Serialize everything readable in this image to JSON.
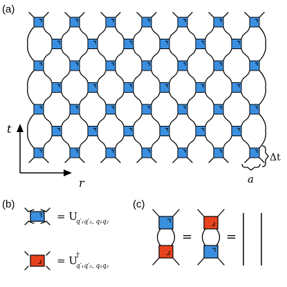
{
  "panel_a": {
    "label": "(a)",
    "axis_t": "t",
    "axis_r": "r",
    "delta_t": "Δt",
    "lattice_a": "a",
    "gate_color": "#3b8fe0",
    "rows": 7
  },
  "panel_b": {
    "label": "(b)",
    "eq_u": "= U",
    "eq_u_sub": "q′₁q′₂,  q₁q₂",
    "eq_udag": "= U",
    "eq_udag_sup": "†",
    "eq_udag_sub": "q′₁q′₂,  q₁q₂",
    "blue": "#3b8fe0",
    "red": "#e8431d"
  },
  "panel_c": {
    "label": "(c)",
    "eq1": "=",
    "eq2": "="
  }
}
